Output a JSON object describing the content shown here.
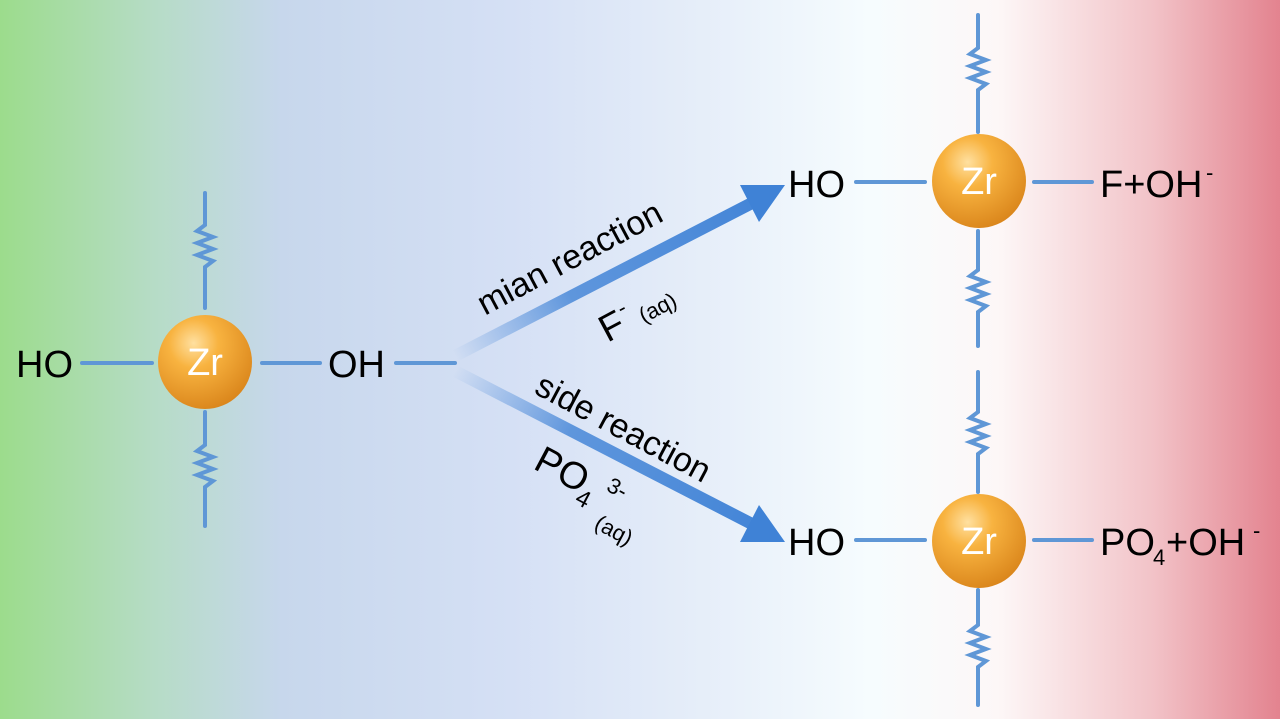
{
  "colors": {
    "arrow": "#3f82d6",
    "bond": "#5f97d6",
    "atom": "#f0a02a",
    "bg_left": "#9cdc8c",
    "bg_right": "#e3838f"
  },
  "reactant": {
    "atom": "Zr",
    "left_group": "HO",
    "right_group": "OH"
  },
  "main_path": {
    "label": "mian reaction",
    "reagent": "F",
    "reagent_charge": "-",
    "reagent_phase": "(aq)"
  },
  "side_path": {
    "label": "side reaction",
    "reagent": "PO",
    "reagent_sub": "4",
    "reagent_charge": "3-",
    "reagent_phase": "(aq)"
  },
  "product_main": {
    "atom": "Zr",
    "left_group": "HO",
    "right_group": "F+OH",
    "right_charge": "-"
  },
  "product_side": {
    "atom": "Zr",
    "left_group": "HO",
    "right_group_a": "PO",
    "right_sub": "4",
    "right_group_b": "+OH",
    "right_charge": "-"
  }
}
